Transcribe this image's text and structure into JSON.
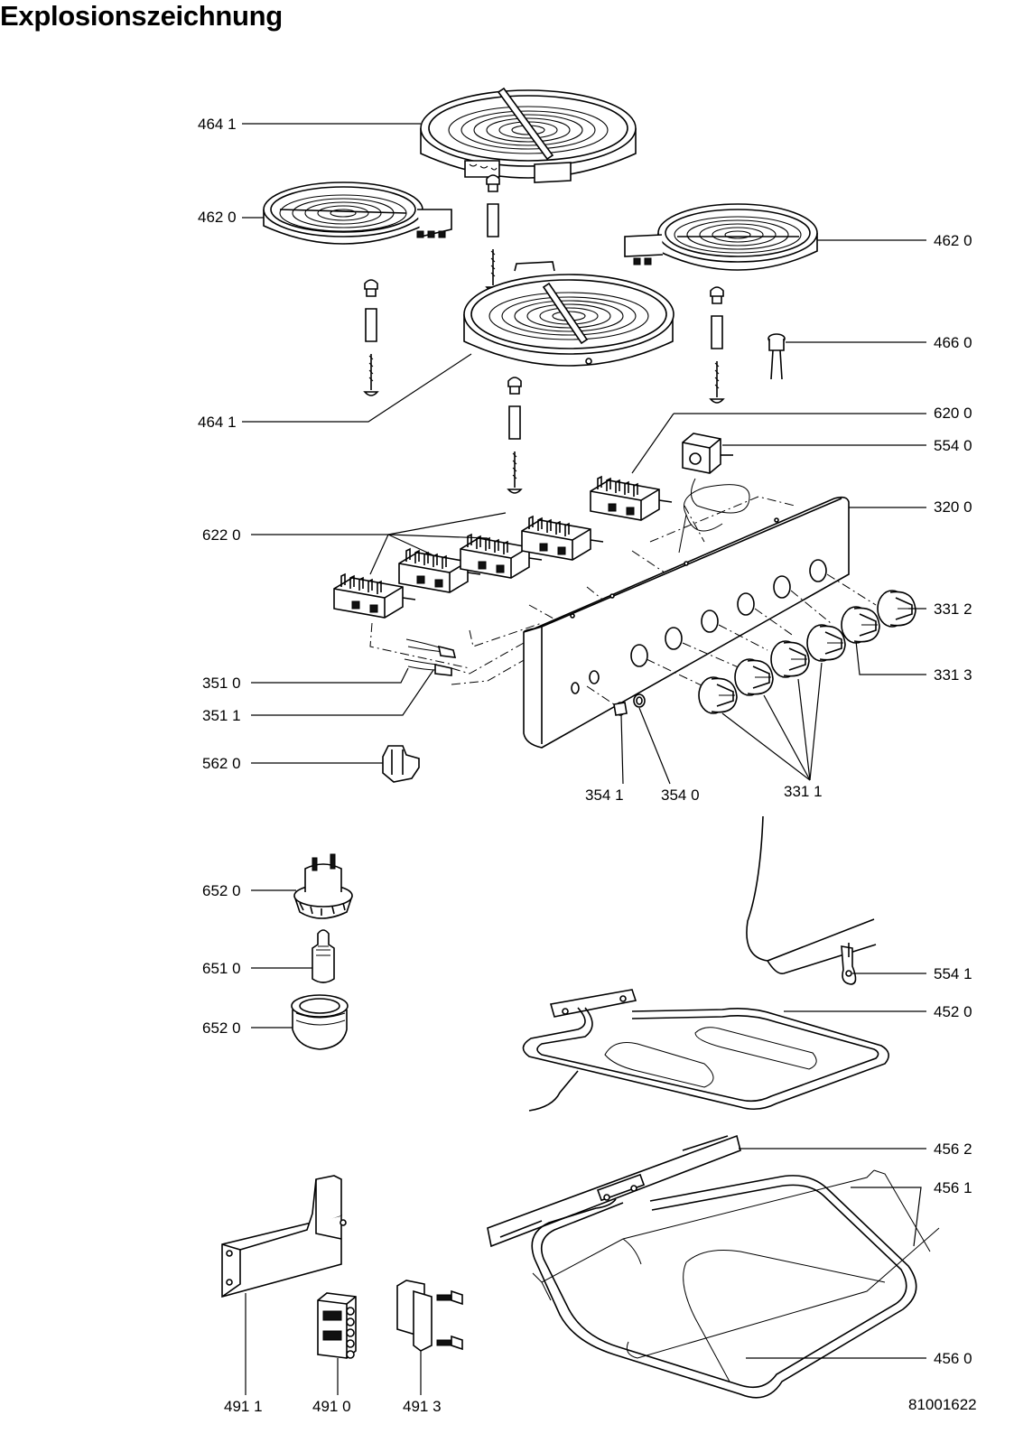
{
  "title": "Explosionszeichnung",
  "drawing_number": "81001622",
  "labels": {
    "l4641_top": "464 1",
    "l4620_left": "462 0",
    "l4620_right": "462 0",
    "l4660": "466 0",
    "l4641_bottom": "464 1",
    "l6200": "620 0",
    "l5540": "554 0",
    "l6220": "622 0",
    "l3200": "320 0",
    "l3312": "331 2",
    "l3510": "351 0",
    "l3313": "331 3",
    "l3511": "351 1",
    "l5620": "562 0",
    "l3541": "354 1",
    "l3540": "354 0",
    "l3311": "331 1",
    "l6520_top": "652 0",
    "l5541": "554 1",
    "l6510": "651 0",
    "l4520": "452 0",
    "l6520_bottom": "652 0",
    "l4562": "456 2",
    "l4561": "456 1",
    "l4560": "456 0",
    "l4911": "491 1",
    "l4910": "491 0",
    "l4913": "491 3"
  }
}
